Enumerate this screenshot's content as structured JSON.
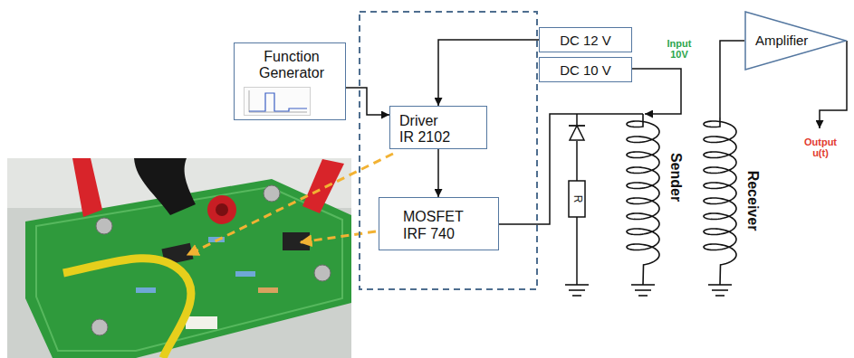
{
  "diagram": {
    "nodes": [
      {
        "text": [
          "Function Generator"
        ]
      },
      {
        "text": [
          "Driver IR 2102"
        ]
      },
      {
        "text": [
          "MOSFET IRF 740"
        ]
      },
      {
        "text": [
          "DC 12 V"
        ]
      },
      {
        "text": [
          "DC 10 V"
        ]
      },
      {
        "text": [
          "Amplifier"
        ]
      }
    ],
    "edges": [
      {
        "from": 0,
        "to": 1,
        "arrow": "to"
      },
      {
        "from": 3,
        "to": 1,
        "arrow": "to"
      },
      {
        "from": 1,
        "to": 2,
        "arrow": "to"
      }
    ],
    "labels": [
      "Input 10V",
      "Output u(t)",
      "Sender",
      "Receiver",
      "R"
    ]
  }
}
